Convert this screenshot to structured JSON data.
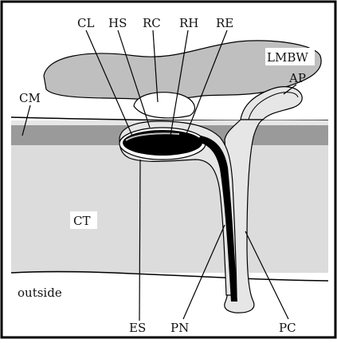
{
  "labels": {
    "cl": "CL",
    "hs": "HS",
    "rc": "RC",
    "rh": "RH",
    "re": "RE",
    "lmbw": "LMBW",
    "ap": "AP",
    "cm": "CM",
    "ct": "CT",
    "outside": "outside",
    "es": "ES",
    "pn": "PN",
    "pc": "PC"
  },
  "colors": {
    "region_fill": "#bfbfbf",
    "cuticle_band": "#9a9a9a",
    "tissue_fill": "#dcdcdc",
    "cell_fill": "#e6e6e6",
    "ink": "#000000",
    "label_bg": "#ffffff"
  }
}
